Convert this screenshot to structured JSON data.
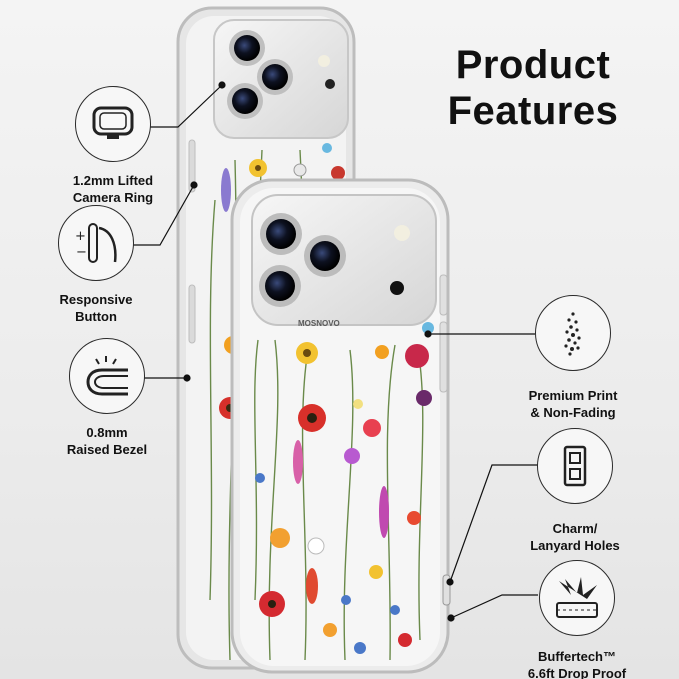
{
  "headline": [
    "Product",
    "Features"
  ],
  "brand_mark": "MOSNOVO",
  "features_left": [
    {
      "line1": "1.2mm Lifted",
      "line2": "Camera Ring",
      "icon": "camera-ring-icon"
    },
    {
      "line1": "Responsive",
      "line2": "Button",
      "icon": "button-icon"
    },
    {
      "line1": "0.8mm",
      "line2": "Raised Bezel",
      "icon": "bezel-icon"
    }
  ],
  "features_right": [
    {
      "line1": "Premium Print",
      "line2": "& Non-Fading",
      "icon": "print-dots-icon"
    },
    {
      "line1": "Charm/",
      "line2": "Lanyard Holes",
      "icon": "lanyard-hole-icon"
    },
    {
      "line1": "Buffertech™",
      "line2": "6.6ft Drop Proof",
      "icon": "impact-icon"
    }
  ]
}
